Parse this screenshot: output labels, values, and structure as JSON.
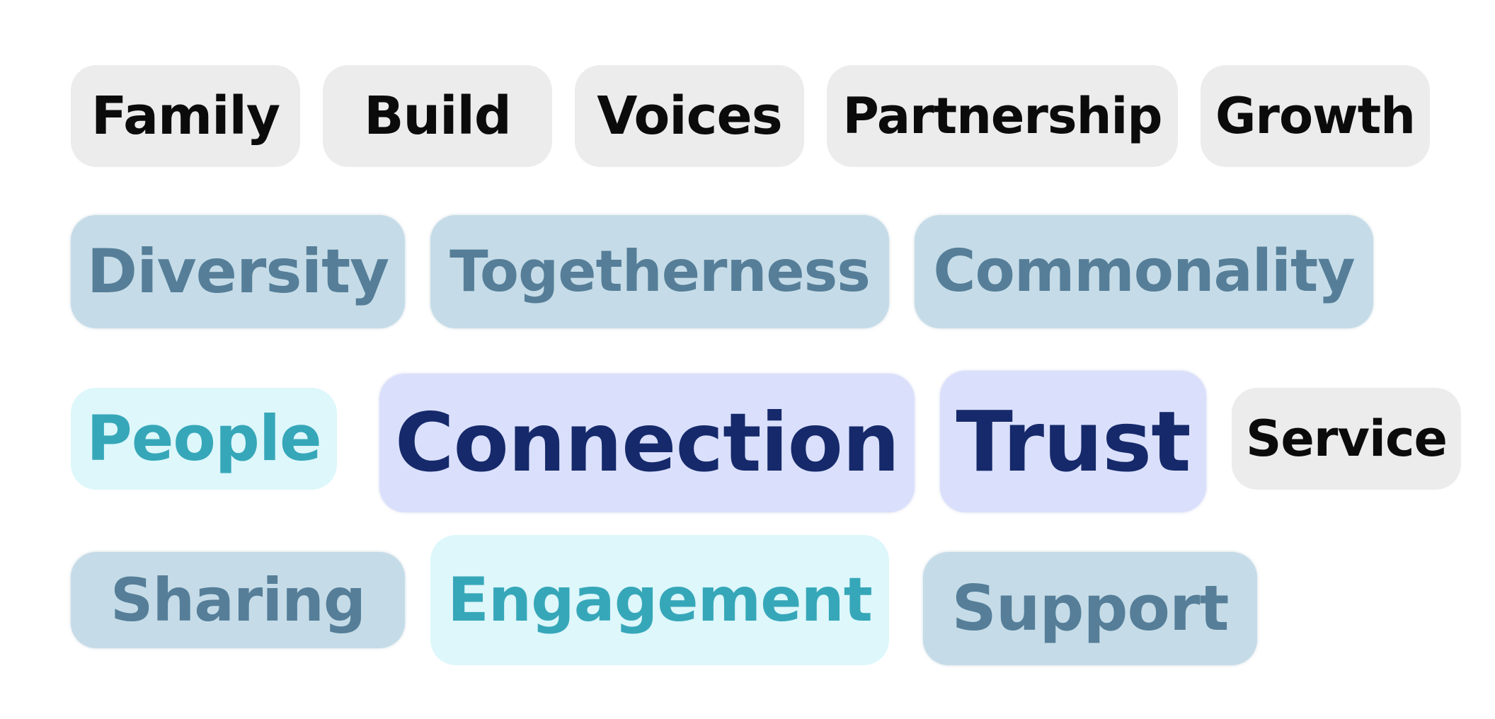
{
  "tags": {
    "family": {
      "label": "Family",
      "style": "neutral"
    },
    "build": {
      "label": "Build",
      "style": "neutral"
    },
    "voices": {
      "label": "Voices",
      "style": "neutral"
    },
    "partnership": {
      "label": "Partnership",
      "style": "neutral"
    },
    "growth": {
      "label": "Growth",
      "style": "neutral"
    },
    "diversity": {
      "label": "Diversity",
      "style": "steel-blue"
    },
    "togetherness": {
      "label": "Togetherness",
      "style": "steel-blue"
    },
    "commonality": {
      "label": "Commonality",
      "style": "steel-blue"
    },
    "people": {
      "label": "People",
      "style": "cyan"
    },
    "connection": {
      "label": "Connection",
      "style": "indigo"
    },
    "trust": {
      "label": "Trust",
      "style": "indigo"
    },
    "service": {
      "label": "Service",
      "style": "neutral"
    },
    "sharing": {
      "label": "Sharing",
      "style": "steel-blue"
    },
    "engagement": {
      "label": "Engagement",
      "style": "cyan"
    },
    "support": {
      "label": "Support",
      "style": "steel-blue"
    }
  },
  "colors": {
    "neutral_bg": "#ececec",
    "neutral_text": "#0b0b0b",
    "steel_blue_bg": "#c5dce8",
    "steel_blue_text": "#567e98",
    "cyan_bg": "#ddf7fb",
    "cyan_text": "#36a7b9",
    "indigo_bg": "#dae0fb",
    "indigo_text": "#16296b",
    "page_bg": "#ffffff"
  }
}
